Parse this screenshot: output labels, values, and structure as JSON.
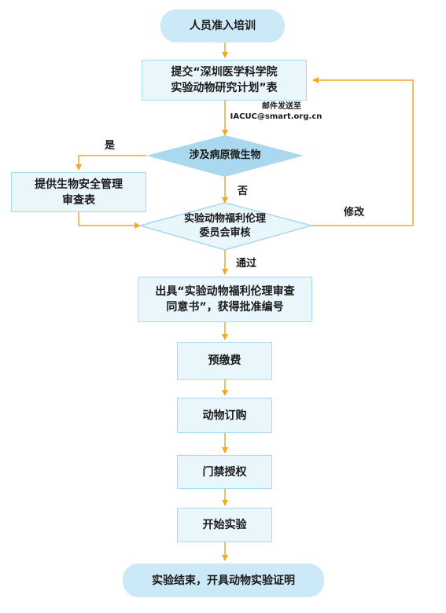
{
  "nodes": {
    "start": "人员准入培训",
    "submit_l1": "提交“深圳医学科学院",
    "submit_l2": "实验动物研究计划”表",
    "pathogen": "涉及病原微生物",
    "biosafety_l1": "提供生物安全管理",
    "biosafety_l2": "审查表",
    "ethics_l1": "实验动物福利伦理",
    "ethics_l2": "委员会审核",
    "certificate_l1": "出具“实验动物福利伦理审查",
    "certificate_l2": "同意书”，获得批准编号",
    "prepay": "预缴费",
    "order": "动物订购",
    "access": "门禁授权",
    "begin": "开始实验",
    "end": "实验结束，开具动物实验证明"
  },
  "labels": {
    "email_l1": "邮件发送至",
    "email_l2": "IACUC@smart.org.cn",
    "yes": "是",
    "no": "否",
    "revise": "修改",
    "pass": "通过"
  },
  "colors": {
    "arrow": "#f5a623",
    "pill_fill": "#cce9f7",
    "box_fill": "#e9f6fc",
    "box_border": "#a9d8ef",
    "diamond_fill": "#a9d8ef"
  }
}
